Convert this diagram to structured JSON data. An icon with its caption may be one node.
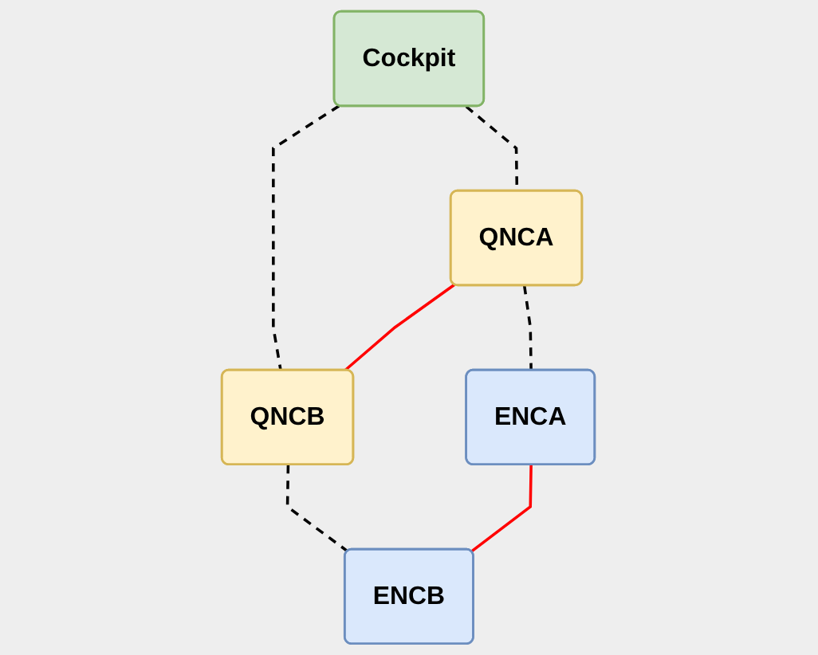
{
  "diagram": {
    "nodes": [
      {
        "text": [
          "Cockpit"
        ]
      },
      {
        "text": [
          "QNCA"
        ]
      },
      {
        "text": [
          "QNCB"
        ]
      },
      {
        "text": [
          "ENCA"
        ]
      },
      {
        "text": [
          "ENCB"
        ]
      }
    ],
    "edges": [
      {
        "from": 0,
        "to": 1,
        "arrow": "none",
        "style": "dashed"
      },
      {
        "from": 0,
        "to": 2,
        "arrow": "none",
        "style": "dashed"
      },
      {
        "from": 1,
        "to": 2,
        "arrow": "none",
        "color": "#ff0000"
      },
      {
        "from": 1,
        "to": 3,
        "arrow": "none",
        "style": "dashed"
      },
      {
        "from": 2,
        "to": 4,
        "arrow": "none",
        "style": "dashed"
      },
      {
        "from": 3,
        "to": 4,
        "arrow": "none",
        "color": "#ff0000"
      }
    ]
  }
}
